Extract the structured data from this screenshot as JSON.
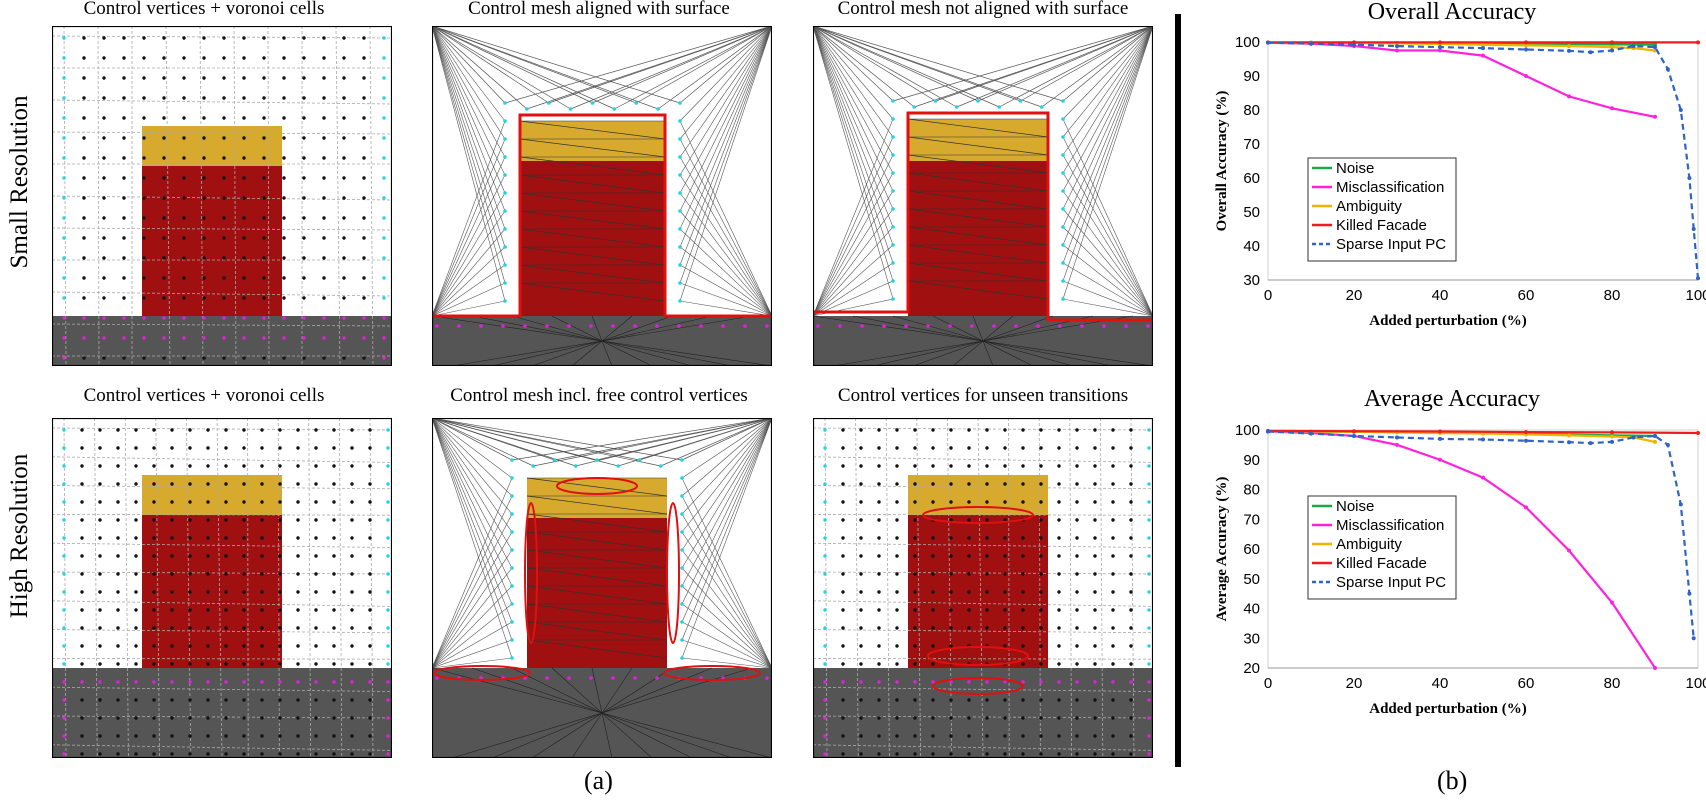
{
  "figure": {
    "row_labels": [
      "Small Resolution",
      "High Resolution"
    ],
    "caption_a": "(a)",
    "caption_b": "(b)",
    "panels": [
      {
        "title": "Control vertices + voronoi cells",
        "kind": "voronoi-small"
      },
      {
        "title": "Control mesh aligned with surface",
        "kind": "mesh-aligned"
      },
      {
        "title": "Control mesh not aligned with surface",
        "kind": "mesh-unaligned"
      },
      {
        "title": "Control vertices + voronoi cells",
        "kind": "voronoi-high"
      },
      {
        "title": "Control mesh incl. free control vertices",
        "kind": "mesh-free"
      },
      {
        "title": "Control vertices for unseen transitions",
        "kind": "voronoi-unseen"
      }
    ],
    "colors": {
      "red_block": "#a01010",
      "roof": "#d7aa2e",
      "ground": "#555555",
      "outline": "#e01010",
      "cyan": "#22d3e0",
      "magenta": "#e020e0"
    }
  },
  "chart_data": [
    {
      "type": "line",
      "title": "Overall Accuracy",
      "xlabel": "Added perturbation (%)",
      "ylabel": "Overall  Accuracy (%)",
      "xlim": [
        0,
        100
      ],
      "ylim": [
        30,
        100
      ],
      "xticks": [
        "0",
        "20",
        "40",
        "60",
        "80",
        "100"
      ],
      "yticks": [
        "30",
        "40",
        "50",
        "60",
        "70",
        "80",
        "90",
        "100"
      ],
      "series": [
        {
          "name": "Noise",
          "color": "#1aa84a",
          "dash": false,
          "x": [
            0,
            10,
            20,
            30,
            40,
            50,
            60,
            70,
            80,
            90
          ],
          "y": [
            99.8,
            99.8,
            99.7,
            99.7,
            99.6,
            99.6,
            99.5,
            99.4,
            99.3,
            99.2
          ]
        },
        {
          "name": "Misclassification",
          "color": "#ff22dd",
          "dash": false,
          "x": [
            0,
            10,
            20,
            30,
            40,
            50,
            60,
            70,
            80,
            90
          ],
          "y": [
            99.8,
            99.5,
            98.8,
            97.5,
            97.5,
            96.0,
            90.0,
            84.0,
            80.5,
            78.0
          ]
        },
        {
          "name": "Ambiguity",
          "color": "#f0b400",
          "dash": false,
          "x": [
            0,
            10,
            20,
            30,
            40,
            50,
            60,
            70,
            80,
            85,
            90
          ],
          "y": [
            99.8,
            99.8,
            99.7,
            99.6,
            99.4,
            99.2,
            99.0,
            98.8,
            98.5,
            98.2,
            97.5
          ]
        },
        {
          "name": "Killed Facade",
          "color": "#ee1c1c",
          "dash": false,
          "x": [
            0,
            20,
            40,
            60,
            80,
            100
          ],
          "y": [
            99.9,
            99.9,
            99.9,
            99.9,
            99.9,
            99.9
          ]
        },
        {
          "name": "Sparse Input PC",
          "color": "#2e63c8",
          "dash": true,
          "x": [
            0,
            10,
            20,
            30,
            40,
            50,
            60,
            70,
            75,
            80,
            85,
            90,
            93,
            96,
            98,
            99,
            100
          ],
          "y": [
            99.8,
            99.5,
            99.2,
            98.8,
            98.5,
            98.2,
            97.8,
            97.4,
            97.0,
            97.5,
            98.8,
            98.5,
            92.0,
            80.0,
            60.0,
            45.0,
            30.5
          ]
        }
      ]
    },
    {
      "type": "line",
      "title": "Average Accuracy",
      "xlabel": "Added perturbation (%)",
      "ylabel": "Average Accuracy (%)",
      "xlim": [
        0,
        100
      ],
      "ylim": [
        20,
        100
      ],
      "xticks": [
        "0",
        "20",
        "40",
        "60",
        "80",
        "100"
      ],
      "yticks": [
        "20",
        "30",
        "40",
        "50",
        "60",
        "70",
        "80",
        "90",
        "100"
      ],
      "series": [
        {
          "name": "Noise",
          "color": "#1aa84a",
          "dash": false,
          "x": [
            0,
            10,
            20,
            30,
            40,
            50,
            60,
            70,
            80,
            90
          ],
          "y": [
            99.6,
            99.5,
            99.4,
            99.3,
            99.2,
            99.0,
            98.8,
            98.5,
            98.2,
            98.0
          ]
        },
        {
          "name": "Misclassification",
          "color": "#ff22dd",
          "dash": false,
          "x": [
            0,
            10,
            20,
            30,
            40,
            50,
            60,
            70,
            80,
            90
          ],
          "y": [
            99.5,
            99.0,
            98.0,
            95.0,
            90.0,
            84.0,
            74.0,
            59.5,
            42.0,
            20.0
          ]
        },
        {
          "name": "Ambiguity",
          "color": "#f0b400",
          "dash": false,
          "x": [
            0,
            10,
            20,
            30,
            40,
            50,
            60,
            70,
            80,
            85,
            90
          ],
          "y": [
            99.6,
            99.5,
            99.4,
            99.2,
            99.0,
            98.8,
            98.5,
            98.2,
            97.8,
            97.5,
            96.0
          ]
        },
        {
          "name": "Killed Facade",
          "color": "#ee1c1c",
          "dash": false,
          "x": [
            0,
            20,
            40,
            60,
            80,
            100
          ],
          "y": [
            99.7,
            99.6,
            99.5,
            99.3,
            99.2,
            99.0
          ]
        },
        {
          "name": "Sparse Input PC",
          "color": "#2e63c8",
          "dash": true,
          "x": [
            0,
            10,
            20,
            30,
            40,
            50,
            60,
            70,
            75,
            80,
            85,
            90,
            93,
            96,
            98,
            99
          ],
          "y": [
            99.5,
            98.8,
            98.0,
            97.5,
            97.0,
            96.8,
            96.4,
            95.9,
            95.6,
            96.0,
            97.5,
            98.0,
            95.0,
            75.0,
            45.0,
            30.0
          ]
        }
      ]
    }
  ]
}
